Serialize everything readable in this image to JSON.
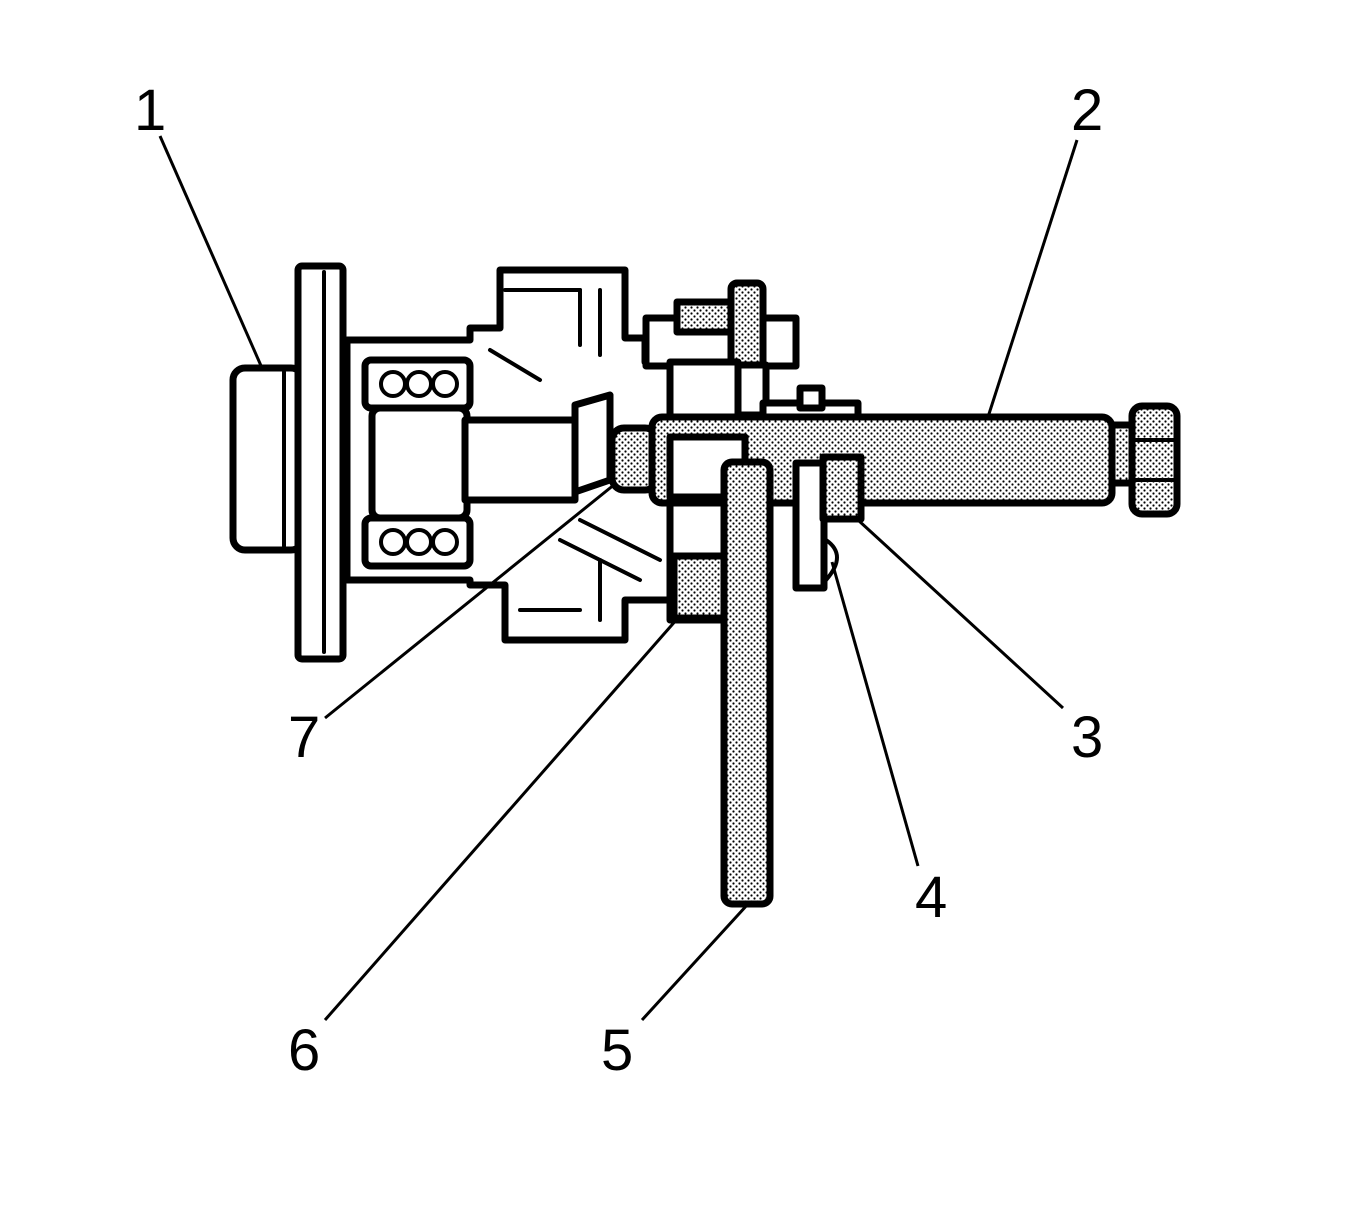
{
  "callouts": [
    {
      "id": "1",
      "label": "1"
    },
    {
      "id": "2",
      "label": "2"
    },
    {
      "id": "3",
      "label": "3"
    },
    {
      "id": "4",
      "label": "4"
    },
    {
      "id": "5",
      "label": "5"
    },
    {
      "id": "6",
      "label": "6"
    },
    {
      "id": "7",
      "label": "7"
    }
  ],
  "colors": {
    "ink": "#000000",
    "paper": "#ffffff",
    "stipple": "#cfcfcf"
  }
}
